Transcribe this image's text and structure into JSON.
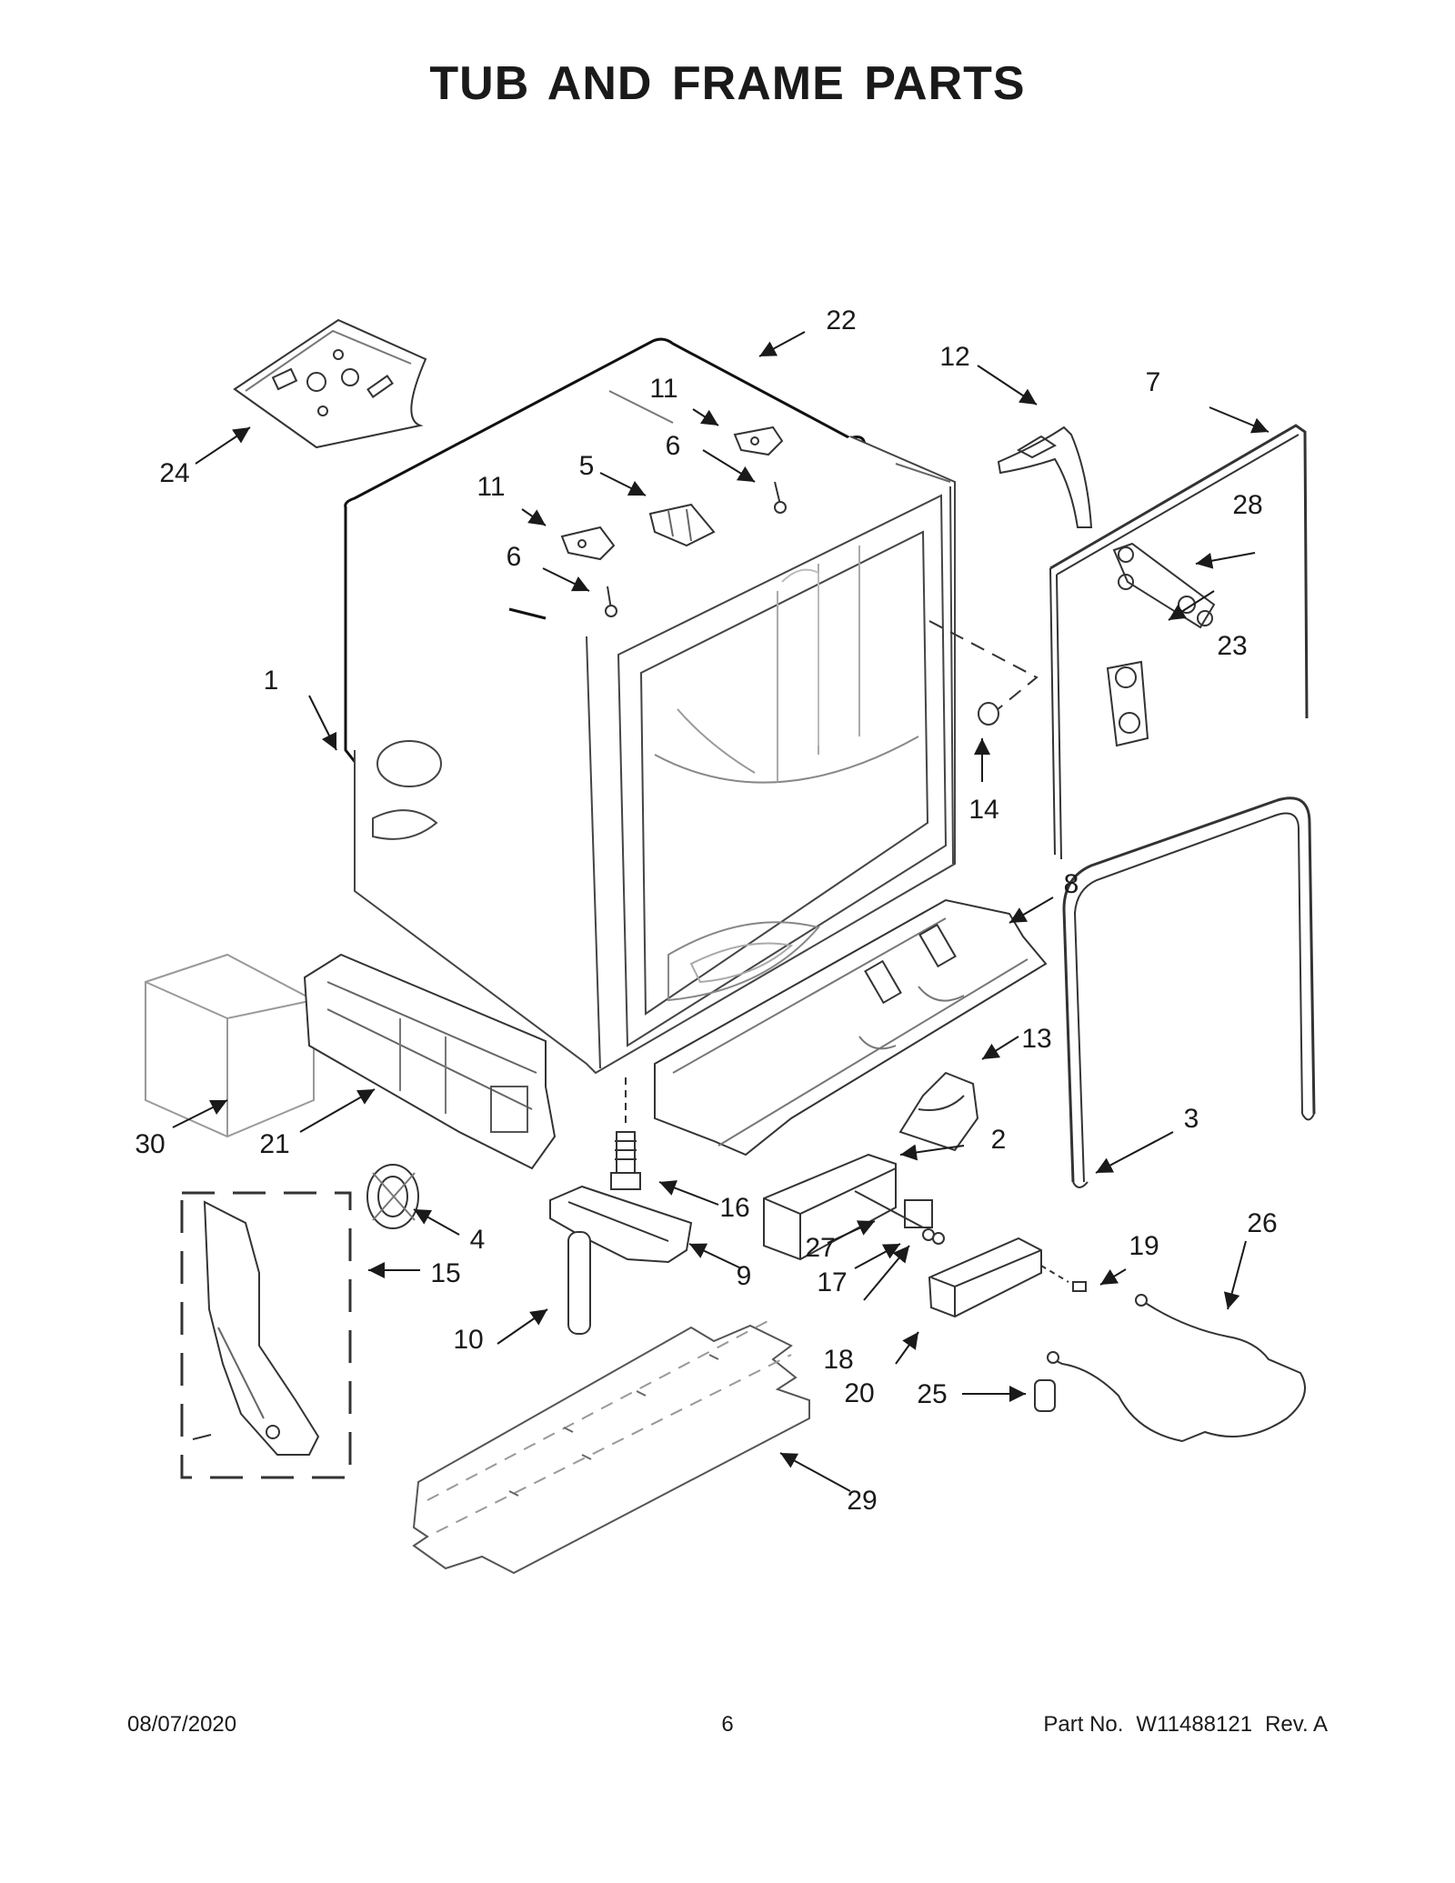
{
  "header": {
    "title": "TUB AND FRAME PARTS"
  },
  "callouts": [
    {
      "id": "c1",
      "label": "1"
    },
    {
      "id": "c2",
      "label": "2"
    },
    {
      "id": "c3",
      "label": "3"
    },
    {
      "id": "c4",
      "label": "4"
    },
    {
      "id": "c5",
      "label": "5"
    },
    {
      "id": "c6a",
      "label": "6"
    },
    {
      "id": "c6b",
      "label": "6"
    },
    {
      "id": "c7",
      "label": "7"
    },
    {
      "id": "c8",
      "label": "8"
    },
    {
      "id": "c9",
      "label": "9"
    },
    {
      "id": "c10",
      "label": "10"
    },
    {
      "id": "c11a",
      "label": "11"
    },
    {
      "id": "c11b",
      "label": "11"
    },
    {
      "id": "c12",
      "label": "12"
    },
    {
      "id": "c13",
      "label": "13"
    },
    {
      "id": "c14",
      "label": "14"
    },
    {
      "id": "c15",
      "label": "15"
    },
    {
      "id": "c16",
      "label": "16"
    },
    {
      "id": "c17",
      "label": "17"
    },
    {
      "id": "c18",
      "label": "18"
    },
    {
      "id": "c19",
      "label": "19"
    },
    {
      "id": "c20",
      "label": "20"
    },
    {
      "id": "c21",
      "label": "21"
    },
    {
      "id": "c22",
      "label": "22"
    },
    {
      "id": "c23",
      "label": "23"
    },
    {
      "id": "c24",
      "label": "24"
    },
    {
      "id": "c25",
      "label": "25"
    },
    {
      "id": "c26",
      "label": "26"
    },
    {
      "id": "c27",
      "label": "27"
    },
    {
      "id": "c28",
      "label": "28"
    },
    {
      "id": "c29",
      "label": "29"
    },
    {
      "id": "c30",
      "label": "30"
    }
  ],
  "footer": {
    "date": "08/07/2020",
    "page": "6",
    "part_label": "Part No.",
    "part_number": "W11488121",
    "revision": "Rev.  A"
  }
}
